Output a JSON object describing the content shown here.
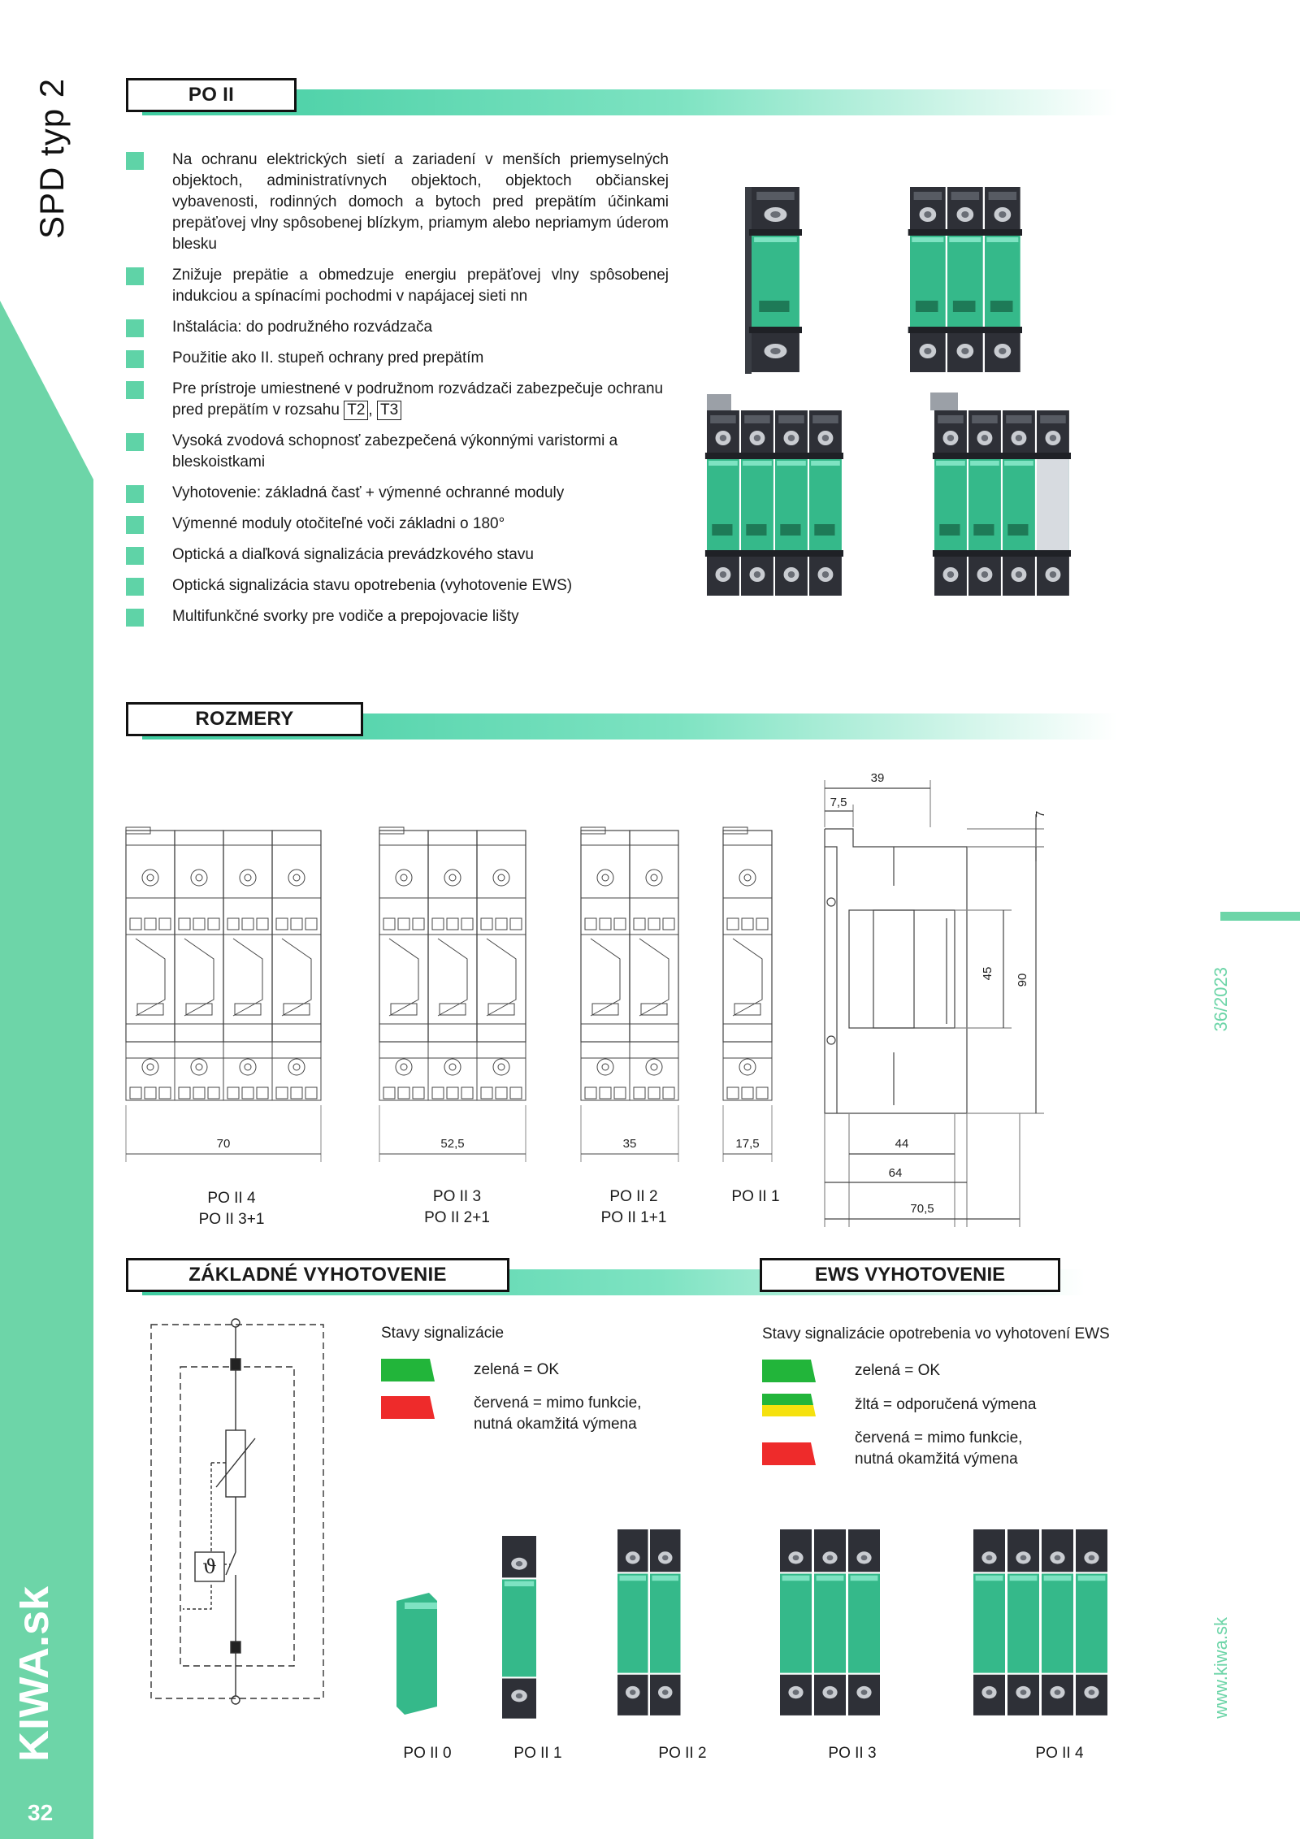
{
  "side": {
    "title": "SPD typ 2",
    "page_number": "32",
    "website": "www.kiwa.sk",
    "issue": "36/2023",
    "logo_text": "KIWA.sk"
  },
  "sections": {
    "po2": "PO II",
    "dimensions": "ROZMERY",
    "basic": "ZÁKLADNÉ VYHOTOVENIE",
    "ews": "EWS VYHOTOVENIE"
  },
  "bullets": [
    "Na ochranu elektrických sietí a zariadení v menších priemyselných objektoch, administratívnych objektoch, objektoch občianskej vybavenosti, rodinných domoch a bytoch pred prepätím účinkami prepäťovej vlny spôsobenej blízkym, priamym alebo nepriamym úderom blesku",
    "Znižuje prepätie a obmedzuje energiu prepäťovej vlny spôsobenej indukciou a spínacími pochodmi v napájacej sieti nn",
    "Inštalácia: do podružného rozvádzača",
    "Použitie ako II. stupeň ochrany pred prepätím",
    "Pre prístroje umiestnené v podružnom rozvádzači zabezpečuje ochranu pred prepätím v rozsahu",
    "Vysoká zvodová schopnosť zabezpečená výkonnými varistormi a bleskoistkami",
    "Vyhotovenie:  základná časť + výmenné ochranné moduly",
    "Výmenné moduly otočiteľné voči základni o 180°",
    "Optická a diaľková signalizácia prevádzkového stavu",
    "Optická signalizácia stavu opotrebenia (vyhotovenie EWS)",
    "Multifunkčné svorky pre vodiče a prepojovacie lišty"
  ],
  "bullet_tags": {
    "t2": "T2",
    "sep": ",",
    "t3": "T3"
  },
  "dims": {
    "widths": [
      "70",
      "52,5",
      "35",
      "17,5"
    ],
    "labels": [
      {
        "l1": "PO II 4",
        "l2": "PO II 3+1"
      },
      {
        "l1": "PO II 3",
        "l2": "PO II 2+1"
      },
      {
        "l1": "PO II 2",
        "l2": "PO II 1+1"
      },
      {
        "l1": "PO II 1",
        "l2": ""
      }
    ],
    "side_view": {
      "top": "39",
      "top_small": "7,5",
      "right_small": "7",
      "h45": "45",
      "h90": "90",
      "b44": "44",
      "b64": "64",
      "b705": "70,5"
    }
  },
  "basic_legend": {
    "title": "Stavy signalizácie",
    "items": [
      {
        "label": "zelená = OK",
        "color": "#22b53a"
      },
      {
        "label": "červená = mimo funkcie, nutná okamžitá výmena",
        "color": "#ee2b2b"
      }
    ]
  },
  "ews_legend": {
    "title": "Stavy signalizácie opotrebenia vo vyhotovení EWS",
    "items": [
      {
        "label": "zelená = OK",
        "color": "#22b53a"
      },
      {
        "label": "žltá = odporučená výmena",
        "color": "#f5e10e"
      },
      {
        "label": "červená = mimo funkcie, nutná okamžitá výmena",
        "color": "#ee2b2b"
      }
    ]
  },
  "schematic": {
    "symbol": "ϑ"
  },
  "bottom_products": [
    "PO II 0",
    "PO II 1",
    "PO II 2",
    "PO II 3",
    "PO II 4"
  ],
  "colors": {
    "accent": "#5fd3a7",
    "module_green": "#35b98a",
    "housing": "#3a3d44"
  }
}
